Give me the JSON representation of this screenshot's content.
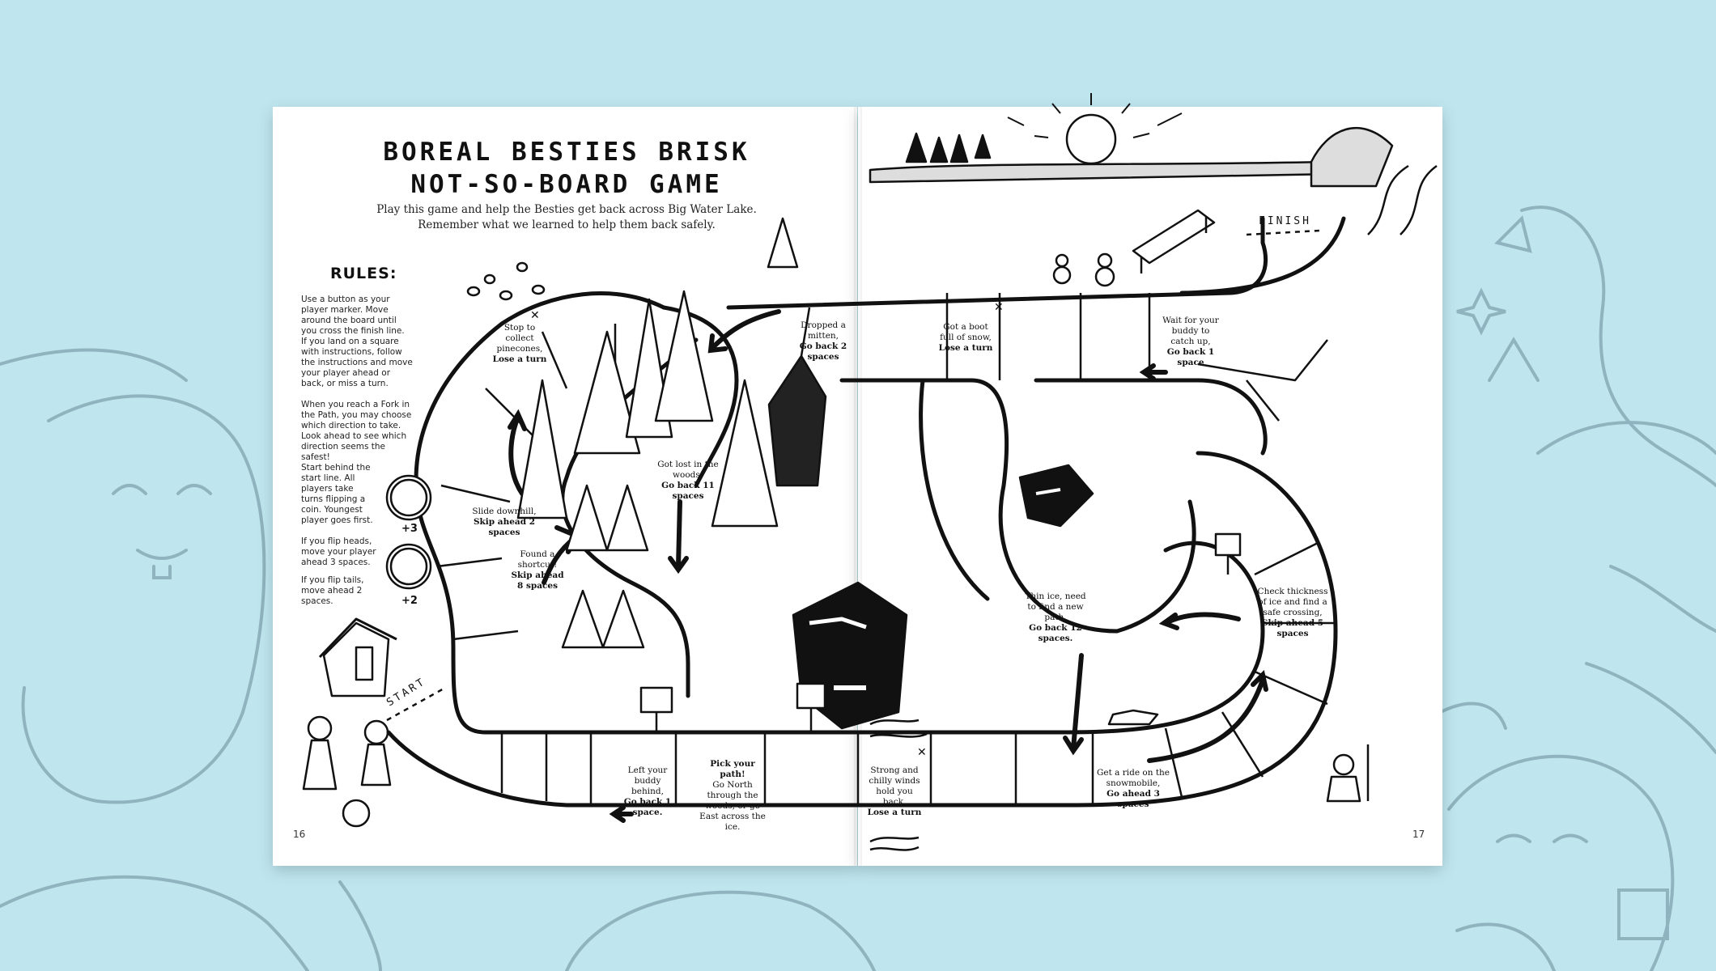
{
  "title_line1": "BOREAL BESTIES BRISK",
  "title_line2": "NOT-SO-BOARD GAME",
  "subtitle_line1": "Play this game and help the Besties get back across Big Water Lake.",
  "subtitle_line2": "Remember what we learned to help them back safely.",
  "rules": {
    "heading": "RULES:",
    "items": [
      "Use a button as your player marker. Move around the board until you cross the finish line.",
      "If you land on a square with instructions, follow the instructions and move your player ahead or back, or miss a turn.",
      "When you reach a Fork in the Path, you may choose which direction to take. Look ahead to see which direction seems the safest!",
      "Start behind the start line. All players take turns flipping a coin. Youngest player goes first.",
      "If you flip heads, move your player ahead 3 spaces.",
      "If you flip tails, move ahead 2 spaces."
    ],
    "heads_value": "+3",
    "tails_value": "+2"
  },
  "labels": {
    "start": "START",
    "finish": "FINISH"
  },
  "squares": [
    {
      "text": "Stop to collect pinecones,",
      "bold": "Lose a turn"
    },
    {
      "text": "Slide downhill,",
      "bold": "Skip ahead 2 spaces"
    },
    {
      "text": "Found a shortcut!",
      "bold": "Skip ahead 8 spaces"
    },
    {
      "text": "Got lost in the woods!",
      "bold": "Go back 11 spaces"
    },
    {
      "text": "Dropped a mitten,",
      "bold": "Go back 2 spaces"
    },
    {
      "text": "Left your buddy behind,",
      "bold": "Go back 1 space."
    },
    {
      "bold": "Pick your path!",
      "text": "Go North through the woods, or go East across the ice."
    },
    {
      "text": "Strong and chilly winds hold you back,",
      "bold": "Lose a turn"
    },
    {
      "text": "Got a boot full of snow,",
      "bold": "Lose a turn"
    },
    {
      "text": "Wait for your buddy to catch up,",
      "bold": "Go back 1 space"
    },
    {
      "text": "Thin ice, need to find a new path,",
      "bold": "Go back 12 spaces."
    },
    {
      "text": "Check thickness of ice and find a safe crossing,",
      "bold": "Skip ahead 5 spaces"
    },
    {
      "text": "Get a ride on the snowmobile,",
      "bold": "Go ahead 3 spaces"
    }
  ],
  "page_numbers": {
    "left": "16",
    "right": "17"
  },
  "colors": {
    "background": "#bfe6ef",
    "outline": "#8fb3bf",
    "ink": "#111111"
  }
}
